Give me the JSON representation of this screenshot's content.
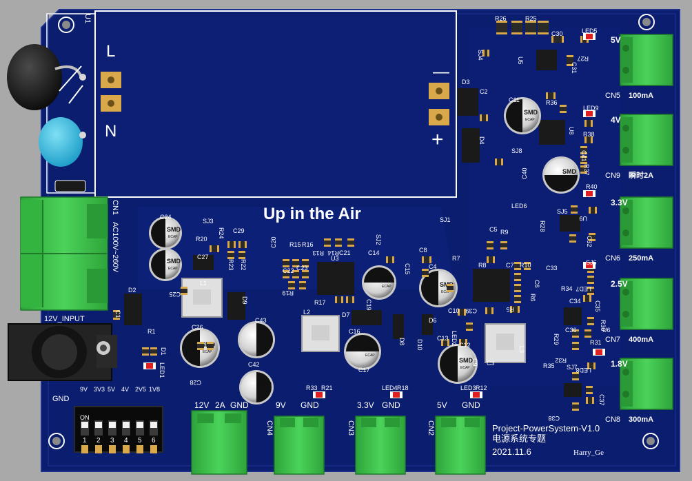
{
  "board": {
    "title": "Up in the Air",
    "project": "Project-PowerSystem-V1.0",
    "subtitle": "电源系统专题",
    "date": "2021.11.6",
    "author": "Harry_Ge"
  },
  "mains": {
    "L": "L",
    "N": "N",
    "minus": "—",
    "plus": "+",
    "cn1": "CN1",
    "cn1_desc": "AC100V~260V",
    "u1": "U1"
  },
  "input": {
    "jack_label": "12V_INPUT",
    "gnd": "GND",
    "switch_labels": [
      "9V",
      "3V3",
      "5V",
      "4V",
      "2V5",
      "1V8"
    ],
    "switch_on": "ON",
    "switch_numbers": [
      "1",
      "2",
      "3",
      "4",
      "5",
      "6"
    ]
  },
  "bottom_terminals": [
    {
      "ref": "CN4",
      "label": "9V",
      "gnd": "GND"
    },
    {
      "ref": "CN3",
      "label": "3.3V",
      "gnd": "GND"
    },
    {
      "ref": "CN2",
      "label": "5V",
      "gnd": "GND"
    }
  ],
  "bottom_main": {
    "label": "12V",
    "current": "2A",
    "gnd": "GND"
  },
  "right_terminals": [
    {
      "ref": "CN5",
      "voltage": "5V",
      "current": "100mA"
    },
    {
      "ref": "CN9",
      "voltage": "4V",
      "current": "瞬时2A"
    },
    {
      "ref": "CN6",
      "voltage": "3.3V",
      "current": "250mA"
    },
    {
      "ref": "CN7",
      "voltage": "2.5V",
      "current": "400mA"
    },
    {
      "ref": "CN8",
      "voltage": "1.8V",
      "current": "300mA"
    }
  ],
  "cap_text": {
    "brand": "SMD",
    "sub": "ECAP"
  },
  "designators": [
    "C24",
    "SJ3",
    "C29",
    "R20",
    "R24",
    "C27",
    "R23",
    "R22",
    "C25",
    "L1",
    "C1",
    "D2",
    "R1",
    "D1",
    "LED1",
    "C26",
    "C28",
    "C43",
    "C42",
    "D9",
    "C20",
    "R15",
    "R16",
    "R13",
    "R14",
    "SJ2",
    "C22",
    "C23",
    "C21",
    "U3",
    "R19",
    "R17",
    "C14",
    "C15",
    "C19",
    "L2",
    "D7",
    "C16",
    "C17",
    "D8",
    "C8",
    "C4",
    "R7",
    "R8",
    "C7",
    "R10",
    "C6",
    "R6",
    "R5",
    "C13",
    "C10",
    "C9",
    "C12",
    "D6",
    "D10",
    "L3",
    "C3",
    "SJ1",
    "C5",
    "R9",
    "R26",
    "R25",
    "C30",
    "LED5",
    "R27",
    "C31",
    "U5",
    "SJ4",
    "D3",
    "C2",
    "D4",
    "C11",
    "R36",
    "U8",
    "LED9",
    "R38",
    "C41",
    "SJ8",
    "R37",
    "C40",
    "R40",
    "LED6",
    "SJ5",
    "U9",
    "R28",
    "C32",
    "C33",
    "SJ6",
    "LED7",
    "R34",
    "C35",
    "C34",
    "U6",
    "C36",
    "R30",
    "R29",
    "R32",
    "R31",
    "LED8",
    "R35",
    "SJ7",
    "C37",
    "C38",
    "R33",
    "R21",
    "LED4",
    "R18",
    "LED3",
    "R12",
    "LED2",
    "C39",
    "R11"
  ],
  "colors": {
    "pcb": "#0b1d6e",
    "terminal": "#3ec24a",
    "silkscreen": "#ffffff",
    "pad": "#d8a84a",
    "led": "#e02020"
  }
}
